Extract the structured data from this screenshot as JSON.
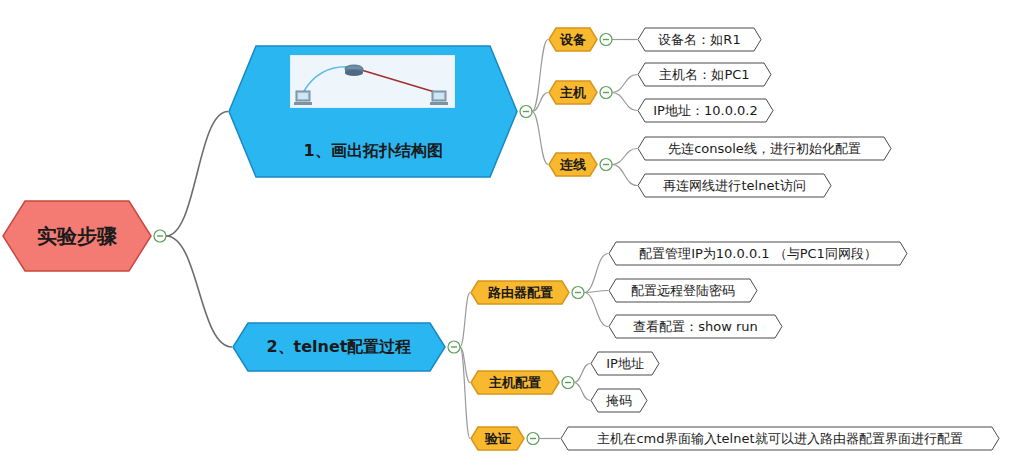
{
  "diagram": {
    "nodes": [
      {
        "text": [
          "实验步骤"
        ]
      },
      {
        "text": [
          "1、画出拓扑结构图"
        ]
      },
      {
        "text": [
          "设备"
        ]
      },
      {
        "text": [
          "设备名：如R1"
        ]
      },
      {
        "text": [
          "主机"
        ]
      },
      {
        "text": [
          "主机名：如PC1"
        ]
      },
      {
        "text": [
          "IP地址：10.0.0.2"
        ]
      },
      {
        "text": [
          "连线"
        ]
      },
      {
        "text": [
          "先连console线，进行初始化配置"
        ]
      },
      {
        "text": [
          "再连网线进行telnet访问"
        ]
      },
      {
        "text": [
          "2、telnet配置过程"
        ]
      },
      {
        "text": [
          "路由器配置"
        ]
      },
      {
        "text": [
          "配置管理IP为10.0.0.1 （与PC1同网段）"
        ]
      },
      {
        "text": [
          "配置远程登陆密码"
        ]
      },
      {
        "text": [
          "查看配置：show run"
        ]
      },
      {
        "text": [
          "主机配置"
        ]
      },
      {
        "text": [
          "IP地址"
        ]
      },
      {
        "text": [
          "掩码"
        ]
      },
      {
        "text": [
          "验证"
        ]
      },
      {
        "text": [
          "主机在cmd界面输入telnet就可以进入路由器配置界面进行配置"
        ]
      }
    ],
    "edges": [
      {
        "from": 0,
        "to": 1,
        "arrow": "none"
      },
      {
        "from": 0,
        "to": 10,
        "arrow": "none"
      },
      {
        "from": 1,
        "to": 2,
        "arrow": "none"
      },
      {
        "from": 1,
        "to": 4,
        "arrow": "none"
      },
      {
        "from": 1,
        "to": 7,
        "arrow": "none"
      },
      {
        "from": 2,
        "to": 3,
        "arrow": "none"
      },
      {
        "from": 4,
        "to": 5,
        "arrow": "none"
      },
      {
        "from": 4,
        "to": 6,
        "arrow": "none"
      },
      {
        "from": 7,
        "to": 8,
        "arrow": "none"
      },
      {
        "from": 7,
        "to": 9,
        "arrow": "none"
      },
      {
        "from": 10,
        "to": 11,
        "arrow": "none"
      },
      {
        "from": 10,
        "to": 15,
        "arrow": "none"
      },
      {
        "from": 10,
        "to": 18,
        "arrow": "none"
      },
      {
        "from": 11,
        "to": 12,
        "arrow": "none"
      },
      {
        "from": 11,
        "to": 13,
        "arrow": "none"
      },
      {
        "from": 11,
        "to": 14,
        "arrow": "none"
      },
      {
        "from": 15,
        "to": 16,
        "arrow": "none"
      },
      {
        "from": 15,
        "to": 17,
        "arrow": "none"
      },
      {
        "from": 18,
        "to": 19,
        "arrow": "none"
      }
    ]
  }
}
